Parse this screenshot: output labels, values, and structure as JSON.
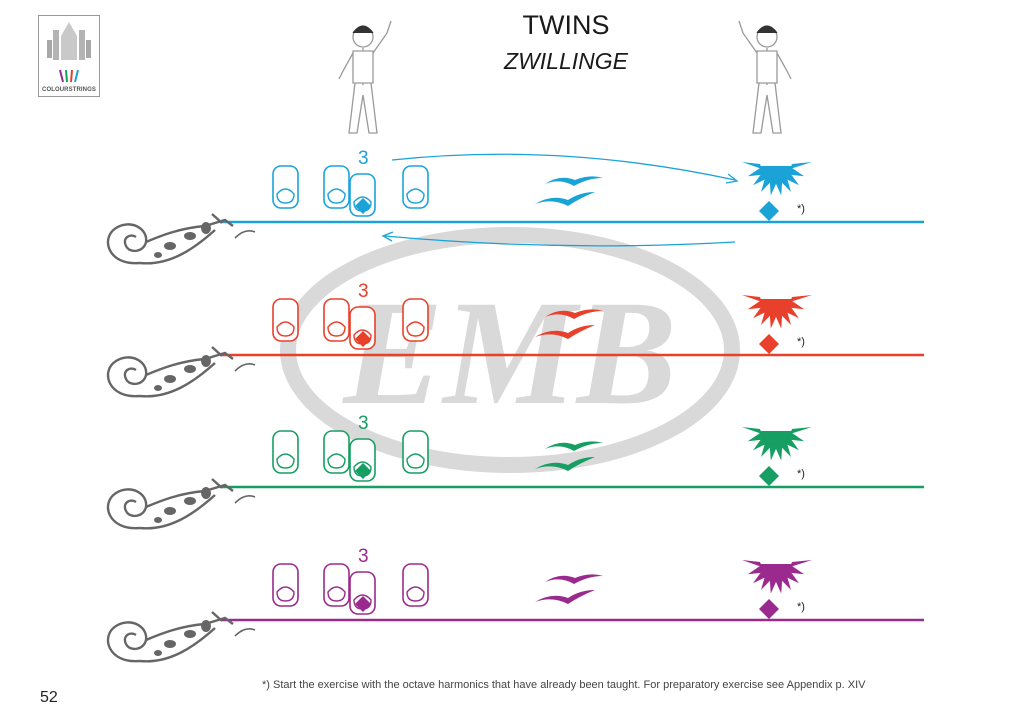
{
  "header": {
    "title": "TWINS",
    "subtitle": "ZWILLINGE"
  },
  "logo": {
    "text": "COLOURSTRINGS",
    "icon": "colourstrings-logo"
  },
  "watermark": {
    "text": "EMB"
  },
  "strings": [
    {
      "id": "blue",
      "color": "#1ba3d8",
      "finger_number": "3",
      "marker": "*)",
      "has_arrows": true
    },
    {
      "id": "red",
      "color": "#e8402b",
      "finger_number": "3",
      "marker": "*)",
      "has_arrows": false
    },
    {
      "id": "green",
      "color": "#179e62",
      "finger_number": "3",
      "marker": "*)",
      "has_arrows": false
    },
    {
      "id": "purple",
      "color": "#9a2a8e",
      "finger_number": "3",
      "marker": "*)",
      "has_arrows": false
    }
  ],
  "footnote": "*) Start the exercise with the octave harmonics that have already been taught. For preparatory exercise see Appendix p. XIV",
  "page_number": "52",
  "icons": [
    "scroll-icon",
    "finger-icon",
    "diamond-note-icon",
    "bird-icon",
    "sun-icon",
    "child-figure-icon"
  ]
}
